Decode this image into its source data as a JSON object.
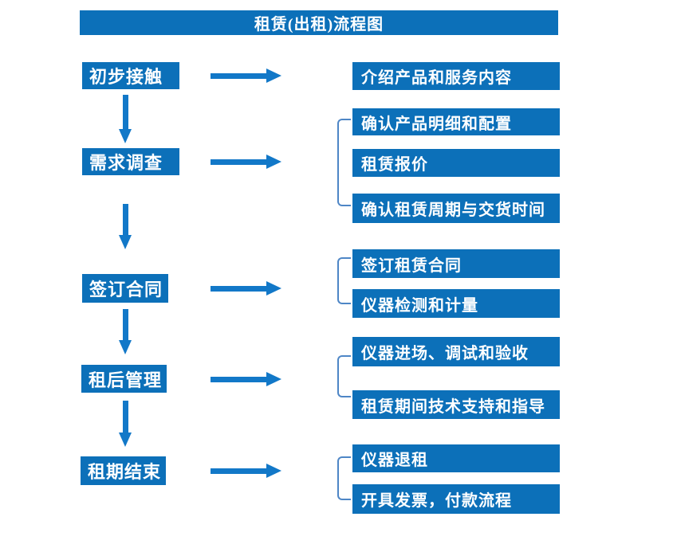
{
  "title": "租赁(出租)流程图",
  "colors": {
    "box_blue": "#0C70B9",
    "arrow_blue": "#1278C8",
    "bracket_blue": "#4E86C6",
    "text": "#FFFFFF",
    "background": "#FFFFFF"
  },
  "steps": [
    {
      "label": "初步接触",
      "details": [
        "介绍产品和服务内容"
      ]
    },
    {
      "label": "需求调查",
      "details": [
        "确认产品明细和配置",
        "租赁报价",
        "确认租赁周期与交货时间"
      ]
    },
    {
      "label": "签订合同",
      "details": [
        "签订租赁合同",
        "仪器检测和计量"
      ]
    },
    {
      "label": "租后管理",
      "details": [
        "仪器进场、调试和验收",
        "租赁期间技术支持和指导"
      ]
    },
    {
      "label": "租期结束",
      "details": [
        "仪器退租",
        "开具发票，付款流程"
      ]
    }
  ]
}
